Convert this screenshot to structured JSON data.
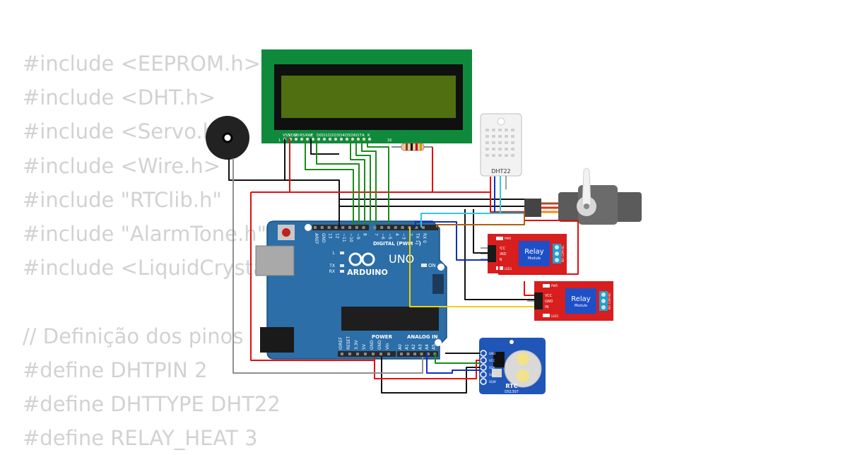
{
  "code_lines": [
    "#include <EEPROM.h>",
    "#include <DHT.h>",
    "#include <Servo.h>",
    "#include <Wire.h>",
    "#include \"RTClib.h\"",
    "#include \"AlarmTone.h\"",
    "#include <LiquidCrystal_I2C.h>",
    "",
    "// Definição dos pinos",
    "#define DHTPIN 2",
    "#define DHTTYPE DHT22",
    "#define RELAY_HEAT 3"
  ],
  "lcd": {
    "pin_labels": [
      "VSS",
      "VDD",
      "V0",
      "RS",
      "RW",
      "E",
      "D0",
      "D1",
      "D2",
      "D3",
      "D4",
      "D5",
      "D6",
      "D7",
      "A",
      "K"
    ],
    "first_pin": "1",
    "last_pin": "16"
  },
  "dht": {
    "label": "DHT22"
  },
  "arduino": {
    "brand": "ARDUINO",
    "model": "UNO",
    "digital_header": "DIGITAL (PWM ~)",
    "power_header": "POWER",
    "analog_header": "ANALOG IN",
    "on_label": "ON",
    "led_labels": [
      "L",
      "TX",
      "RX"
    ],
    "top_pins": [
      "AREF",
      "GND",
      "13",
      "12",
      "~11",
      "~10",
      "~9",
      "8",
      "7",
      "~6",
      "~5",
      "4",
      "~3",
      "2",
      "TX 1",
      "RX 0"
    ],
    "power_pins": [
      "IOREF",
      "RESET",
      "3.3V",
      "5V",
      "GND",
      "GND",
      "Vin"
    ],
    "analog_pins": [
      "A0",
      "A1",
      "A2",
      "A3",
      "A4",
      "A5"
    ]
  },
  "relays": [
    {
      "title": "Relay",
      "subtitle": "Module",
      "pins": [
        "VCC",
        "GND",
        "IN"
      ],
      "top_led": "PWR",
      "bottom_led": "LED1",
      "terminal": "NO COM NC"
    },
    {
      "title": "Relay",
      "subtitle": "Module",
      "pins": [
        "VCC",
        "GND",
        "IN"
      ],
      "top_led": "PWR",
      "bottom_led": "LED1",
      "terminal": "NO COM NC"
    }
  ],
  "rtc": {
    "title": "RTC",
    "chip": "DS1307",
    "pins": [
      "GND",
      "VCC",
      "SDA",
      "SCL",
      "SQW"
    ]
  },
  "colors": {
    "code_text": "#d2d2d2",
    "lcd_pcb": "#0f8a3c",
    "lcd_screen": "#4f6f10",
    "arduino_board": "#2b6ea8",
    "relay_board": "#d81e1e",
    "rtc_board": "#1f56b8",
    "wire_red": "#e01010",
    "wire_black": "#111111",
    "wire_green": "#1a8c1a",
    "wire_blue": "#1030c0",
    "wire_yellow": "#f0d000",
    "wire_cyan": "#30c8e0",
    "wire_gray": "#909090",
    "servo_body": "#5b5b5b",
    "dht_body": "#f2f2f2",
    "buzzer": "#222222"
  }
}
